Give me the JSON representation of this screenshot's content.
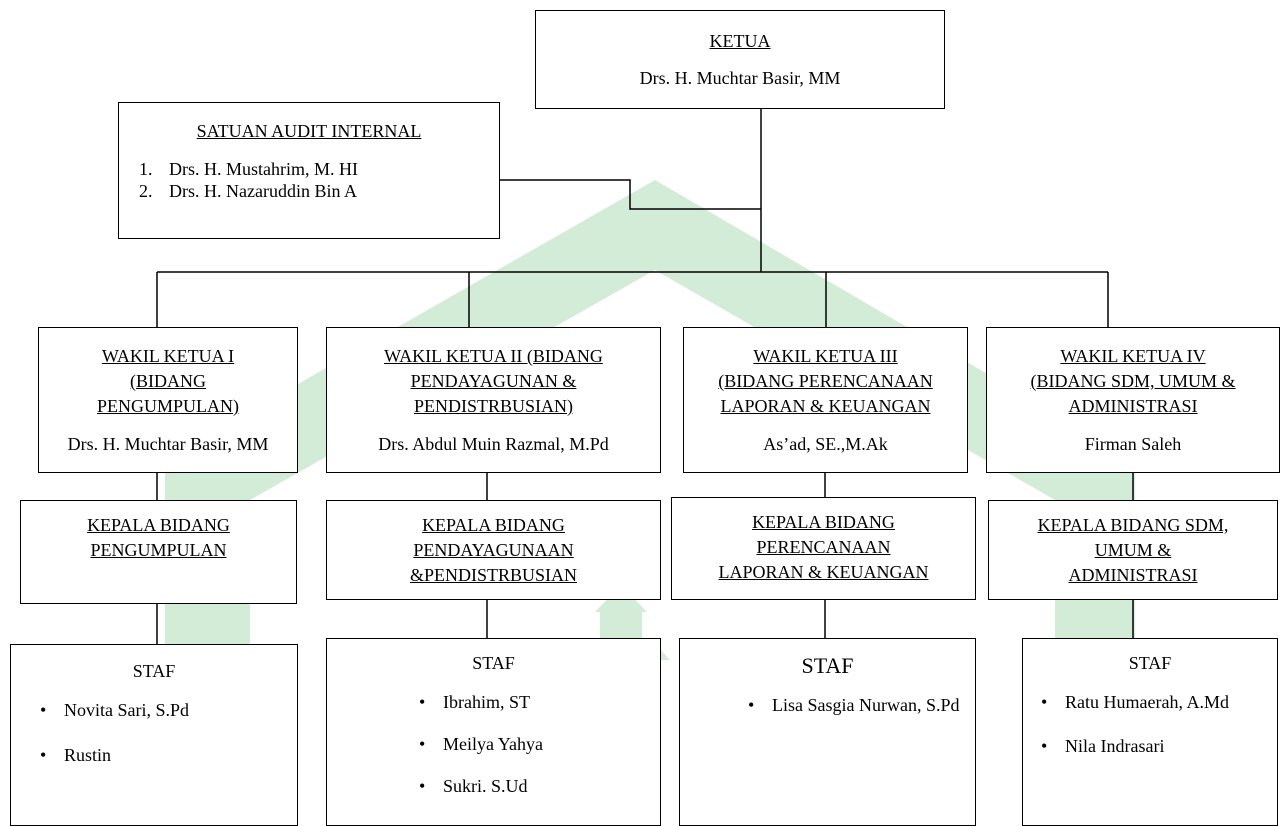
{
  "chairman": {
    "title": "KETUA",
    "name": "Drs. H. Muchtar Basir, MM"
  },
  "audit": {
    "title": "SATUAN AUDIT INTERNAL",
    "members": [
      {
        "num": "1.",
        "name": "Drs. H. Mustahrim, M. HI"
      },
      {
        "num": "2.",
        "name": "Drs. H. Nazaruddin Bin A"
      }
    ]
  },
  "vice_chairs": [
    {
      "title_lines": [
        "WAKIL KETUA I",
        "(BIDANG",
        "PENGUMPULAN)"
      ],
      "name": "Drs. H. Muchtar Basir, MM"
    },
    {
      "title_lines": [
        "WAKIL KETUA II (BIDANG",
        "PENDAYAGUNAN &",
        "PENDISTRBUSIAN)"
      ],
      "name": "Drs. Abdul Muin Razmal, M.Pd"
    },
    {
      "title_lines": [
        "WAKIL KETUA III",
        "(BIDANG PERENCANAAN",
        "LAPORAN & KEUANGAN"
      ],
      "name": "As’ad, SE.,M.Ak"
    },
    {
      "title_lines": [
        "WAKIL KETUA IV",
        "(BIDANG SDM, UMUM &",
        "ADMINISTRASI"
      ],
      "name": "Firman Saleh"
    }
  ],
  "division_heads": [
    {
      "title_lines": [
        "KEPALA BIDANG",
        "PENGUMPULAN"
      ]
    },
    {
      "title_lines": [
        "KEPALA BIDANG",
        "PENDAYAGUNAAN",
        "&PENDISTRBUSIAN"
      ]
    },
    {
      "title_lines": [
        "KEPALA BIDANG",
        "PERENCANAAN",
        "LAPORAN & KEUANGAN"
      ]
    },
    {
      "title_lines": [
        "KEPALA BIDANG SDM,",
        "UMUM &",
        "ADMINISTRASI"
      ]
    }
  ],
  "staff_groups": [
    {
      "title": "STAF",
      "members": [
        "Novita Sari, S.Pd",
        "Rustin"
      ]
    },
    {
      "title": "STAF",
      "members": [
        "Ibrahim, ST",
        "Meilya Yahya",
        "Sukri. S.Ud"
      ]
    },
    {
      "title": "STAF",
      "members": [
        "Lisa Sasgia Nurwan, S.Pd"
      ]
    },
    {
      "title": "STAF",
      "members": [
        "Ratu Humaerah, A.Md",
        "Nila Indrasari"
      ]
    }
  ],
  "colors": {
    "watermark": "#d3ecd8",
    "line": "#000000",
    "box_border": "#000000"
  },
  "watermark_icon": "mosque-logo-watermark"
}
